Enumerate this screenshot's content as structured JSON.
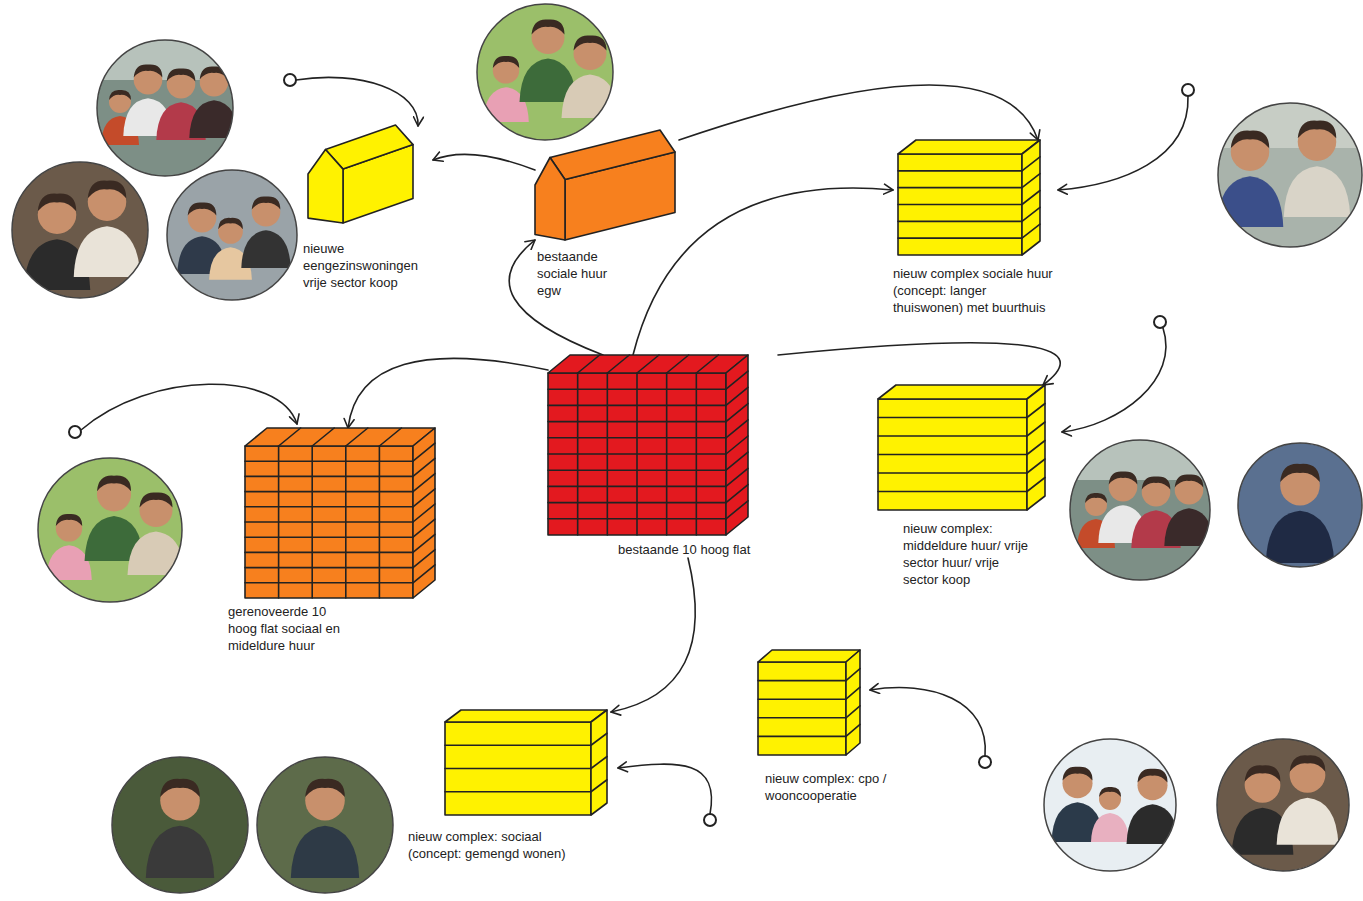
{
  "diagram": {
    "nodes": [
      {
        "text": [
          "nieuwe eengezinswoningen vrije sector koop"
        ]
      },
      {
        "text": [
          "bestaande sociale huur egw"
        ]
      },
      {
        "text": [
          "nieuw complex sociale huur (concept: langer thuiswonen) met buurthuis"
        ]
      },
      {
        "text": [
          "gerenoveerde 10 hoog flat sociaal en mideldure huur"
        ]
      },
      {
        "text": [
          "bestaande 10 hoog flat"
        ]
      },
      {
        "text": [
          "nieuw complex: middeldure huur/ vrije sector huur/ vrije sector koop"
        ]
      },
      {
        "text": [
          "nieuw complex: cpo / wooncooperatie"
        ]
      },
      {
        "text": [
          "nieuw complex: sociaal (concept: gemengd wonen)"
        ]
      }
    ],
    "edges": [
      {
        "from": 4,
        "to": 3,
        "arrow": "to"
      },
      {
        "from": 4,
        "to": 1,
        "arrow": "to"
      },
      {
        "from": 4,
        "to": 2,
        "arrow": "to"
      },
      {
        "from": 4,
        "to": 5,
        "arrow": "to"
      },
      {
        "from": 4,
        "to": 7,
        "arrow": "to"
      },
      {
        "from": 1,
        "to": 0,
        "arrow": "to"
      },
      {
        "from": 1,
        "to": 2,
        "arrow": "to"
      }
    ]
  }
}
